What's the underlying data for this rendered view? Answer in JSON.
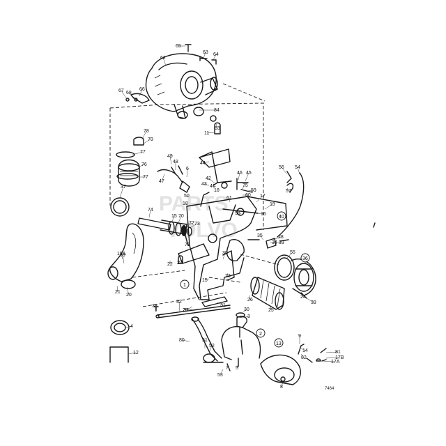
{
  "figure_number": "7464",
  "watermark": [
    "PARTS",
    "VOLVO"
  ],
  "circled_refs": [
    "1",
    "2",
    "13",
    "36",
    "40"
  ],
  "callouts": [
    "65",
    "63",
    "64",
    "62",
    "67",
    "68",
    "66",
    "84",
    "83",
    "11",
    "78",
    "79",
    "77",
    "76",
    "77",
    "37",
    "49",
    "48",
    "6",
    "47",
    "44",
    "42",
    "43",
    "41",
    "10",
    "46",
    "45",
    "75",
    "59",
    "60",
    "61",
    "17",
    "57",
    "56",
    "54",
    "50",
    "18",
    "19",
    "58",
    "16",
    "15",
    "70",
    "71",
    "72",
    "73",
    "74",
    "69",
    "22",
    "27",
    "28",
    "34",
    "33",
    "35",
    "55",
    "37",
    "30",
    "20",
    "21",
    "23",
    "26",
    "25",
    "24",
    "39",
    "38",
    "32",
    "31",
    "29",
    "30",
    "3",
    "4",
    "80",
    "51",
    "52",
    "53",
    "7",
    "5",
    "8",
    "9",
    "82",
    "14",
    "15",
    "12",
    "81",
    "17B",
    "17A",
    "15A",
    "22"
  ]
}
